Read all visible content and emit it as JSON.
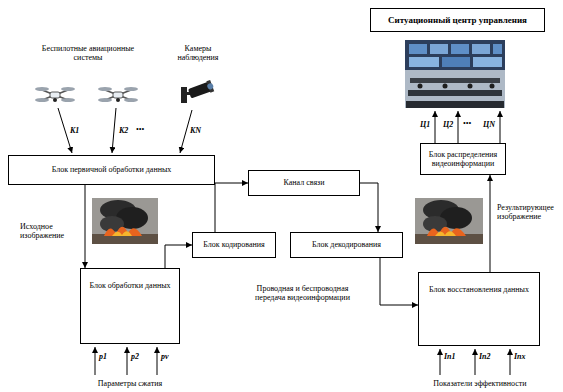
{
  "diagram": {
    "nodes": [
      {
        "text": [
          "Ситуационный центр управления"
        ]
      },
      {
        "text": [
          "Блок первичной обработки данных"
        ]
      },
      {
        "text": [
          "Канал связи"
        ]
      },
      {
        "text": [
          "Блок распределения видеоинформации"
        ]
      },
      {
        "text": [
          "Блок кодирования"
        ]
      },
      {
        "text": [
          "Блок декодирования"
        ]
      },
      {
        "text": [
          "Блок обработки данных"
        ]
      },
      {
        "text": [
          "Блок восстановления данных"
        ]
      }
    ],
    "edges": [
      {
        "from": 1,
        "to": 6,
        "arrow": "to"
      },
      {
        "from": 6,
        "to": 4,
        "arrow": "to"
      },
      {
        "from": 4,
        "to": 2,
        "arrow": "to"
      },
      {
        "from": 2,
        "to": 5,
        "arrow": "to"
      },
      {
        "from": 5,
        "to": 7,
        "arrow": "to"
      },
      {
        "from": 7,
        "to": 3,
        "arrow": "to"
      }
    ],
    "labels": [
      "Беспилотные авиационные системы",
      "Камеры наблюдения",
      "K1",
      "K2",
      "•••",
      "KN",
      "Исходное изображение",
      "Проводная и беспроводная передача видеоинформации",
      "p1",
      "p2",
      "pv",
      "Параметры сжатия",
      "Результирующее изображение",
      "Ц1",
      "Ц2",
      "•••",
      "ЦN",
      "In1",
      "In2",
      "Inx",
      "Показатели эффективности"
    ]
  }
}
